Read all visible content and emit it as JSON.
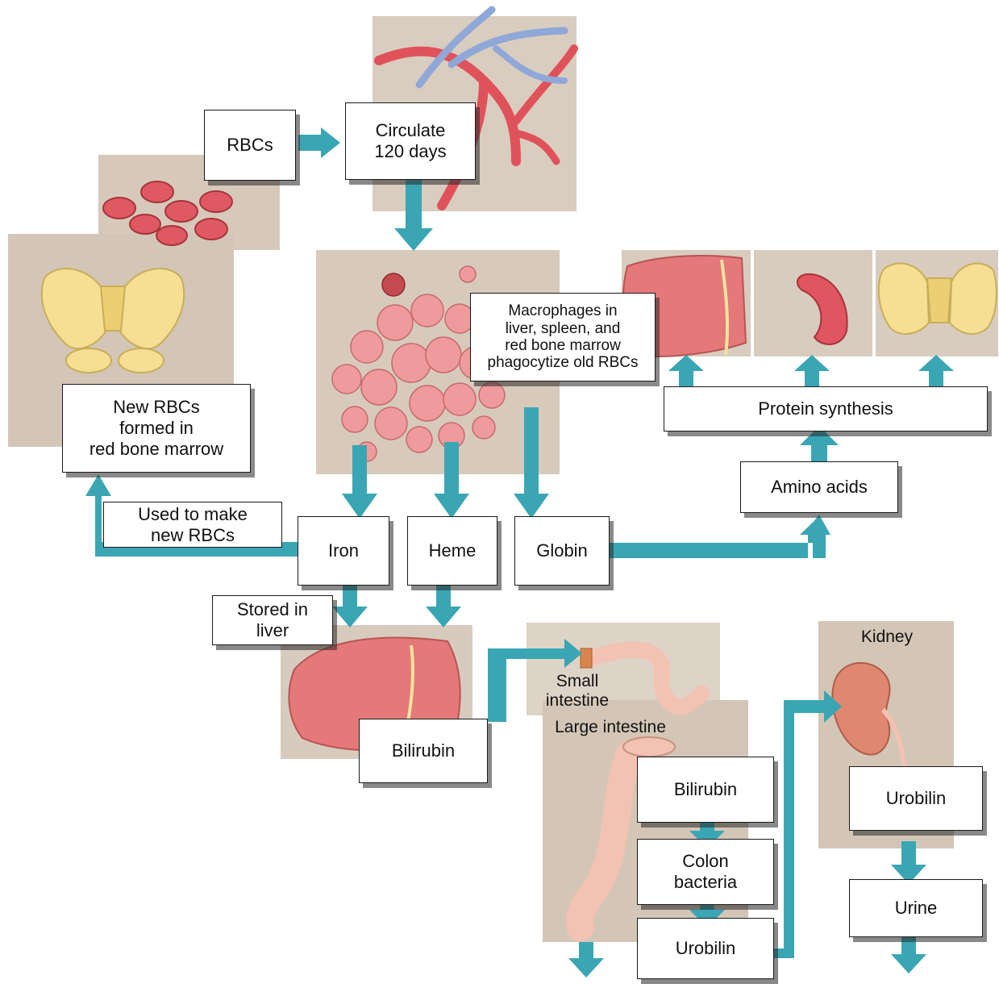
{
  "colors": {
    "arrow": "#3aa6b4",
    "panel_bg": "#d9cdbf",
    "box_border": "#1a1a1a",
    "blood_red": "#e0525a",
    "vein_blue": "#8fa8d8",
    "bone": "#f4df93",
    "liver": "#e57878",
    "kidney": "#e0876f",
    "intestine": "#f2c2b2"
  },
  "boxes": {
    "rbcs": "RBCs",
    "circulate": "Circulate\n120 days",
    "macrophages": "Macrophages in\nliver, spleen, and\nred bone marrow\nphagocytize old RBCs",
    "new_rbcs": "New RBCs\nformed in\nred bone marrow",
    "used_to_make": "Used to make\nnew RBCs",
    "iron": "Iron",
    "heme": "Heme",
    "globin": "Globin",
    "protein_synthesis": "Protein synthesis",
    "amino_acids": "Amino acids",
    "stored_in_liver": "Stored in\nliver",
    "bilirubin_liver": "Bilirubin",
    "bilirubin_colon": "Bilirubin",
    "colon_bacteria": "Colon\nbacteria",
    "urobilin_colon": "Urobilin",
    "urobilin_kidney": "Urobilin",
    "urine": "Urine"
  },
  "labels": {
    "kidney": "Kidney",
    "small_intestine": "Small\nintestine",
    "large_intestine": "Large intestine"
  }
}
